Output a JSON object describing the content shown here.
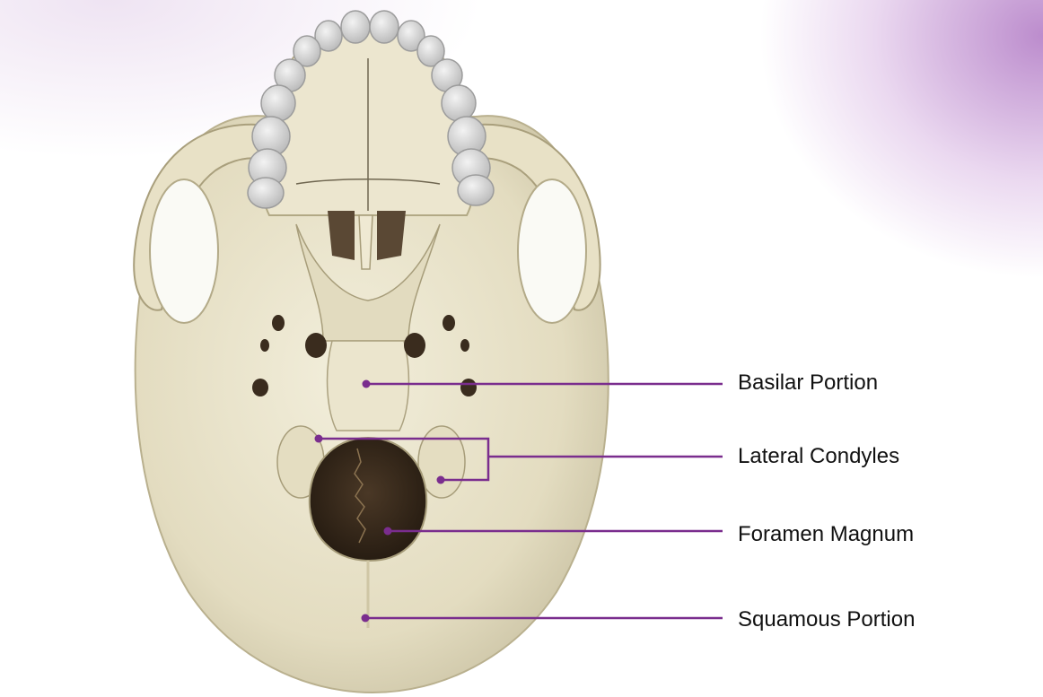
{
  "colors": {
    "leader": "#7a2d8e",
    "bone": "#e9e3cc",
    "bone_shadow": "#c9c0a0",
    "tooth": "#d9d9d9",
    "foramen": "#3a2c1e",
    "background_glow": "#b67cc8"
  },
  "labels": {
    "basilar": "Basilar Portion",
    "lateral": "Lateral Condyles",
    "foramen": "Foramen Magnum",
    "squamous": "Squamous Portion"
  }
}
